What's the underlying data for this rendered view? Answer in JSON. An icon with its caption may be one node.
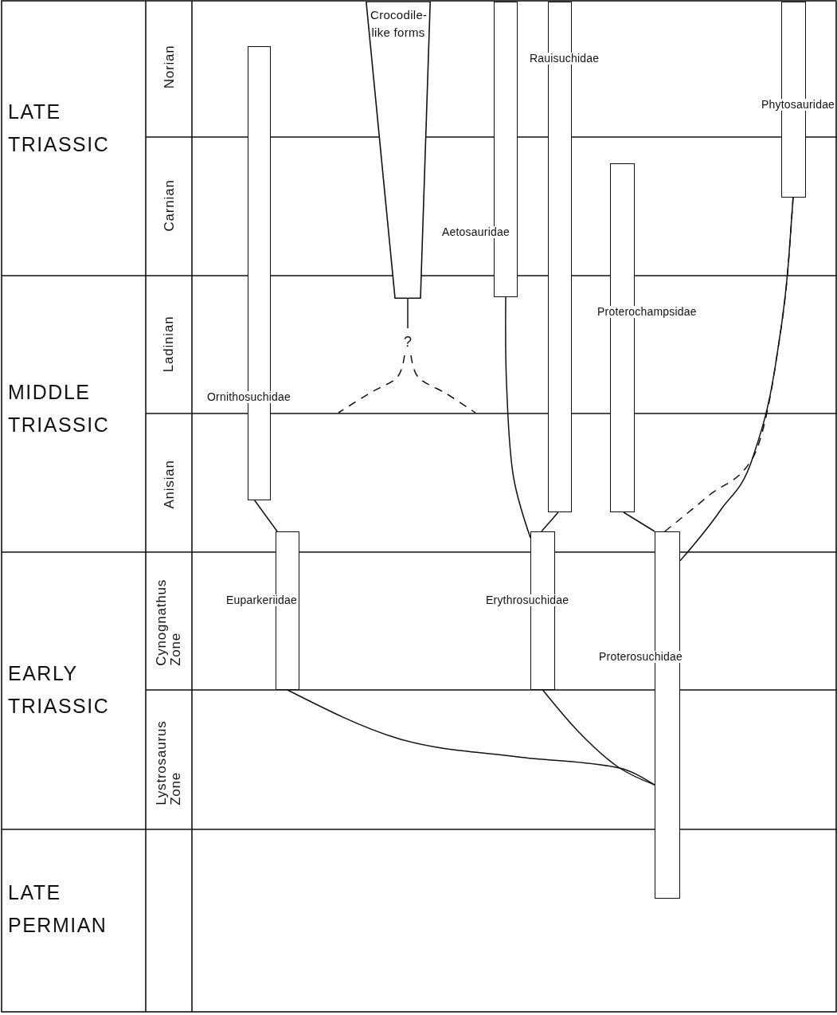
{
  "diagram": {
    "nodes": [
      {
        "text": [
          "Ornithosuchidae"
        ]
      },
      {
        "text": [
          "Crocodile-like forms"
        ]
      },
      {
        "text": [
          "Aetosauridae"
        ]
      },
      {
        "text": [
          "Rauisuchidae"
        ]
      },
      {
        "text": [
          "Proterochampsidae"
        ]
      },
      {
        "text": [
          "Phytosauridae"
        ]
      },
      {
        "text": [
          "Euparkeriidae"
        ]
      },
      {
        "text": [
          "Erythrosuchidae"
        ]
      },
      {
        "text": [
          "Proterosuchidae"
        ]
      },
      {
        "text": [
          "?"
        ]
      }
    ],
    "edges": [
      {
        "from": 1,
        "to": 9,
        "arrow": "none"
      },
      {
        "from": 9,
        "to": null,
        "arrow": "none",
        "style": "dashed"
      },
      {
        "from": 9,
        "to": null,
        "arrow": "none",
        "style": "dashed"
      },
      {
        "from": 6,
        "to": 0,
        "arrow": "none"
      },
      {
        "from": 7,
        "to": 2,
        "arrow": "none"
      },
      {
        "from": 7,
        "to": 3,
        "arrow": "none"
      },
      {
        "from": 8,
        "to": 4,
        "arrow": "none"
      },
      {
        "from": 8,
        "to": 5,
        "arrow": "none",
        "style": "dashed"
      },
      {
        "from": 8,
        "to": 5,
        "arrow": "none"
      },
      {
        "from": 6,
        "to": 8,
        "arrow": "none"
      },
      {
        "from": 7,
        "to": 8,
        "arrow": "none"
      }
    ],
    "labels": [
      "LATE TRIASSIC",
      "Norian",
      "Carnian",
      "MIDDLE TRIASSIC",
      "Ladinian",
      "Anisian",
      "EARLY TRIASSIC",
      "Cynognathus Zone",
      "Lystrosaurus Zone",
      "LATE PERMIAN"
    ]
  }
}
